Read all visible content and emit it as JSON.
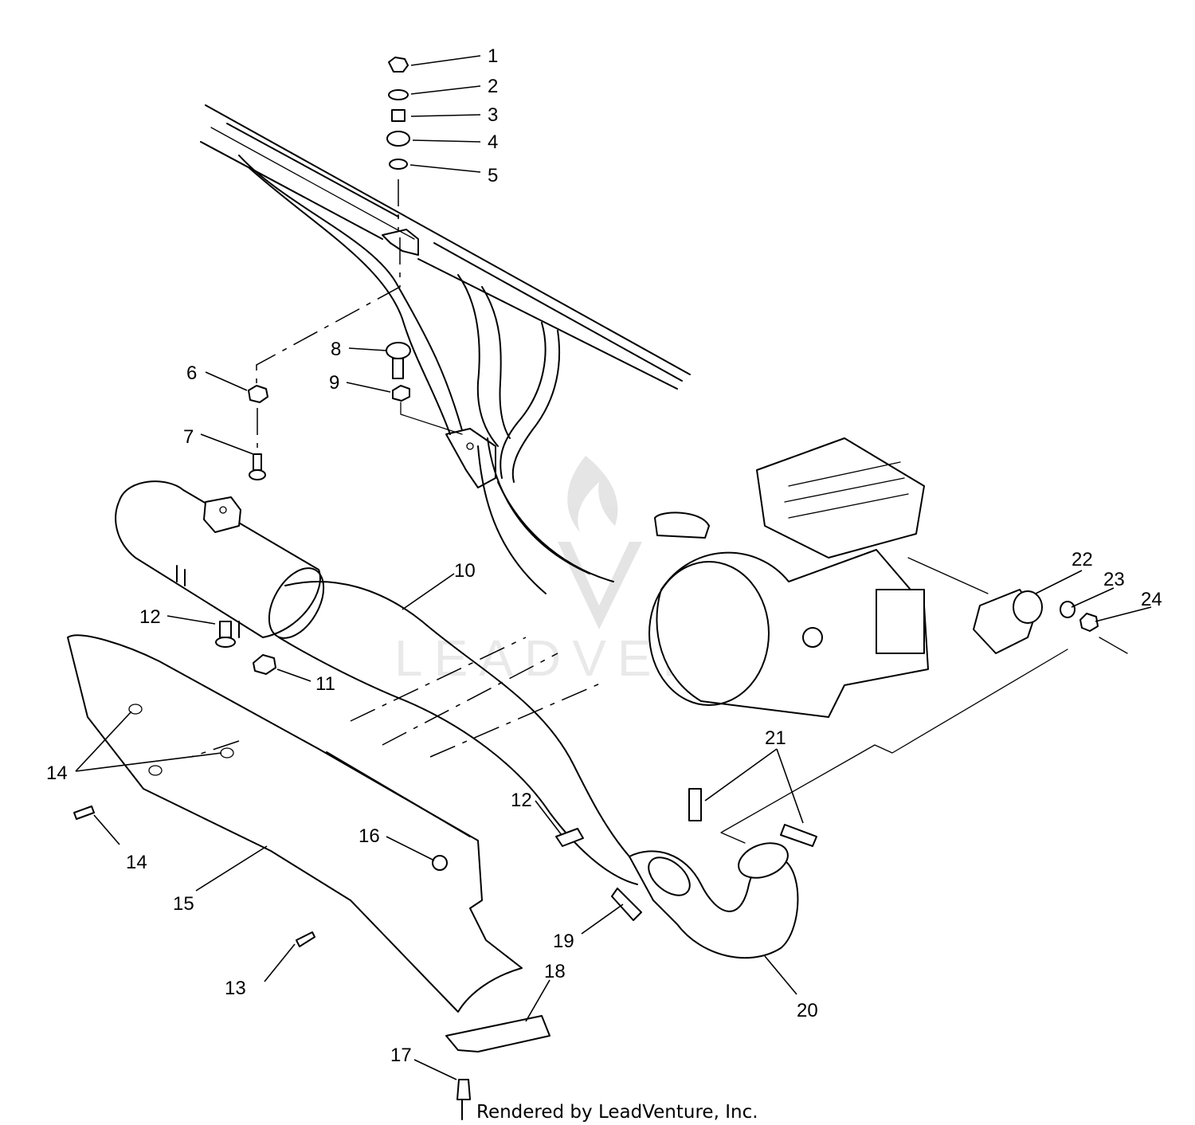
{
  "watermark": {
    "brand_text": "LEADVENTURE",
    "logo": "leadventure-flame-logo"
  },
  "credit": "Rendered by LeadVenture, Inc.",
  "callouts": [
    {
      "key": "p1",
      "number": "1"
    },
    {
      "key": "p2",
      "number": "2"
    },
    {
      "key": "p3",
      "number": "3"
    },
    {
      "key": "p4",
      "number": "4"
    },
    {
      "key": "p5",
      "number": "5"
    },
    {
      "key": "p6",
      "number": "6"
    },
    {
      "key": "p7",
      "number": "7"
    },
    {
      "key": "p8",
      "number": "8"
    },
    {
      "key": "p9",
      "number": "9"
    },
    {
      "key": "p10",
      "number": "10"
    },
    {
      "key": "p11",
      "number": "11"
    },
    {
      "key": "p12a",
      "number": "12"
    },
    {
      "key": "p12b",
      "number": "12"
    },
    {
      "key": "p13",
      "number": "13"
    },
    {
      "key": "p14a",
      "number": "14"
    },
    {
      "key": "p14b",
      "number": "14"
    },
    {
      "key": "p15",
      "number": "15"
    },
    {
      "key": "p16",
      "number": "16"
    },
    {
      "key": "p17",
      "number": "17"
    },
    {
      "key": "p18",
      "number": "18"
    },
    {
      "key": "p19",
      "number": "19"
    },
    {
      "key": "p20",
      "number": "20"
    },
    {
      "key": "p21",
      "number": "21"
    },
    {
      "key": "p22",
      "number": "22"
    },
    {
      "key": "p23",
      "number": "23"
    },
    {
      "key": "p24",
      "number": "24"
    }
  ]
}
